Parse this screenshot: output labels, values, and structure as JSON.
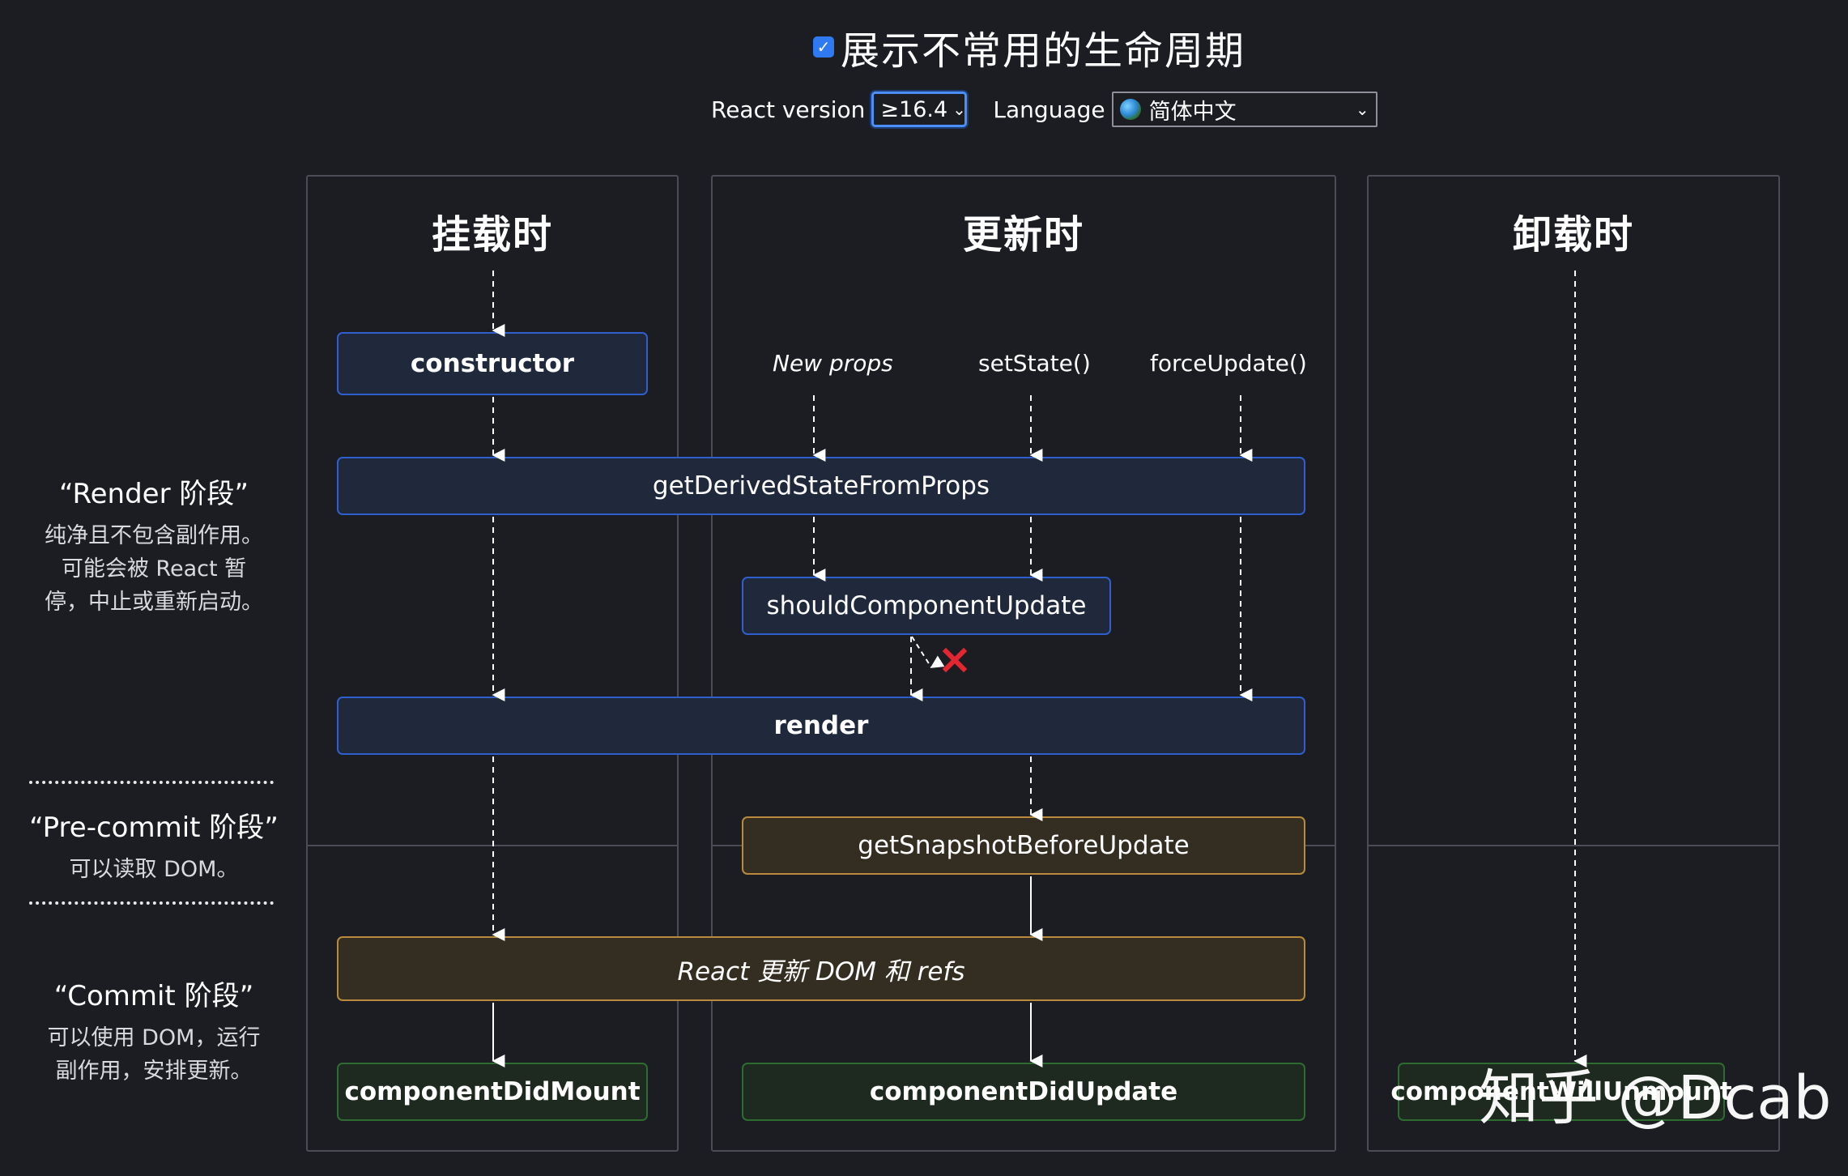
{
  "header": {
    "show_uncommon_checked": true,
    "show_uncommon_label": "展示不常用的生命周期",
    "version_label": "React version",
    "version_value": "≥16.4",
    "language_label": "Language",
    "language_value": "简体中文"
  },
  "columns": {
    "mount": "挂载时",
    "update": "更新时",
    "unmount": "卸载时"
  },
  "stages": {
    "render": {
      "title": "“Render 阶段”",
      "desc": [
        "纯净且不包含副作用。",
        "可能会被 React 暂",
        "停，中止或重新启动。"
      ]
    },
    "precommit": {
      "title": "“Pre-commit 阶段”",
      "desc": [
        "可以读取 DOM。"
      ]
    },
    "commit": {
      "title": "“Commit 阶段”",
      "desc": [
        "可以使用 DOM，运行",
        "副作用，安排更新。"
      ]
    }
  },
  "triggers": {
    "new_props": "New props",
    "set_state": "setState()",
    "force_update": "forceUpdate()"
  },
  "lifecycle": {
    "constructor": "constructor",
    "get_derived_state": "getDerivedStateFromProps",
    "should_update": "shouldComponentUpdate",
    "render": "render",
    "get_snapshot": "getSnapshotBeforeUpdate",
    "react_updates": "React 更新 DOM 和 refs",
    "did_mount": "componentDidMount",
    "did_update": "componentDidUpdate",
    "will_unmount": "componentWillUnmount"
  },
  "watermark": "知乎 @Dcab",
  "colors": {
    "background": "#1b1d23",
    "render_phase_border": "#2e5fcc",
    "precommit_border": "#b9893d",
    "commit_border": "#2e6b31",
    "cross": "#e3262f"
  }
}
